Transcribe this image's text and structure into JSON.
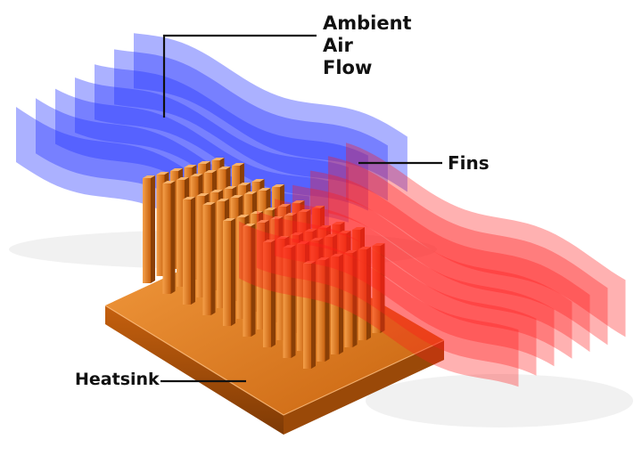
{
  "labels": {
    "air_flow": [
      "Ambient",
      "Air",
      "Flow"
    ],
    "fins": "Fins",
    "heatsink": "Heatsink"
  },
  "colors": {
    "cool_air": "#2233ff",
    "warm_air": "#ff1a1a",
    "copper_light": "#f08a2a",
    "copper_mid": "#c8620f",
    "copper_dark": "#8a3f06",
    "leader_line": "#111111"
  },
  "fin_grid": {
    "rows": 6,
    "cols": 9
  }
}
